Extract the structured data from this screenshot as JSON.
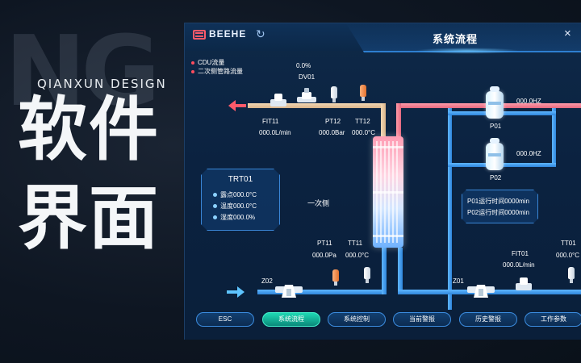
{
  "promo": {
    "bg_letters": "NG",
    "brand": "QIANXUN DESIGN",
    "title_line1": "软件",
    "title_line2": "界面"
  },
  "screen": {
    "logo": "BEEHE",
    "title": "系统流程",
    "close_icon": "×",
    "refresh_icon": "↻"
  },
  "legend": [
    "CDU流量",
    "二次侧管路流量"
  ],
  "devices": {
    "dv01_pct": "0.0%",
    "dv01_name": "DV01",
    "fit11_name": "FIT11",
    "fit11_val": "000.0L/min",
    "pt12_name": "PT12",
    "pt12_val": "000.0Bar",
    "tt12_name": "TT12",
    "tt12_val": "000.0°C",
    "p01_name": "P01",
    "p01_val": "000.0HZ",
    "p02_name": "P02",
    "p02_val": "000.0HZ",
    "primary_side": "一次侧",
    "pt11_name": "PT11",
    "pt11_val": "000.0Pa",
    "tt11_name": "TT11",
    "tt11_val": "000.0°C",
    "z02_name": "Z02",
    "z01_name": "Z01",
    "fit01_name": "FIT01",
    "fit01_val": "000.0L/min",
    "tt01_name": "TT01",
    "tt01_val": "000.0°C"
  },
  "trt01": {
    "title": "TRT01",
    "rows": [
      "露点000.0°C",
      "温度000.0°C",
      "湿度000.0%"
    ]
  },
  "runtime": [
    "P01运行时间0000min",
    "P02运行时间0000min"
  ],
  "nav": [
    {
      "label": "ESC",
      "active": false
    },
    {
      "label": "系统流程",
      "active": true
    },
    {
      "label": "系统控制",
      "active": false
    },
    {
      "label": "当前警报",
      "active": false
    },
    {
      "label": "历史警报",
      "active": false
    },
    {
      "label": "工作参数",
      "active": false
    }
  ],
  "colors": {
    "hot_pipe": "#ff8fa0",
    "return_pipe": "#f0cfa6",
    "cold_pipe": "#3f9cf0",
    "active_nav": "#1fd8b4"
  }
}
